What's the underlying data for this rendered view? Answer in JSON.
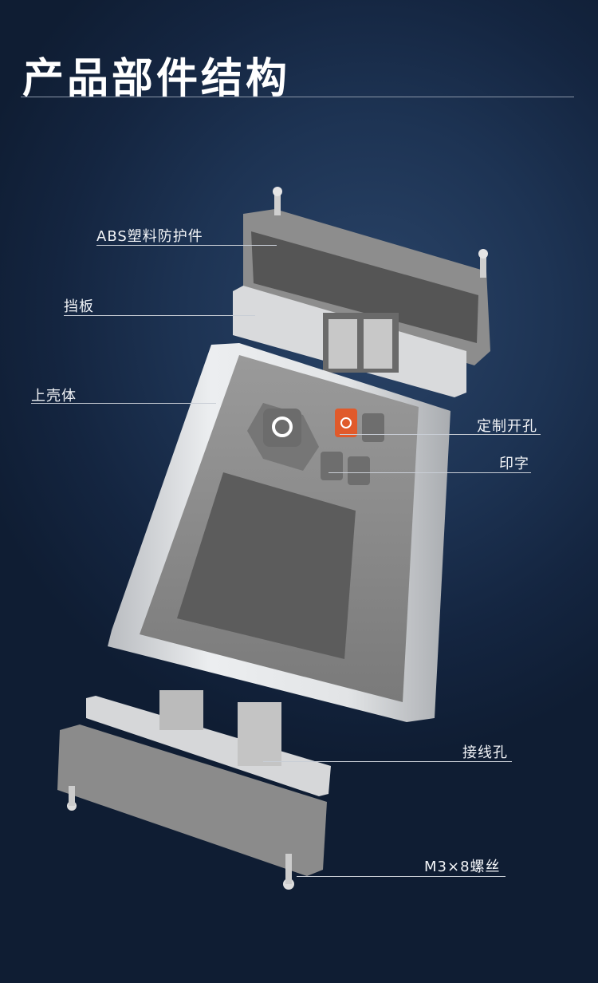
{
  "header": {
    "title": "产品部件结构"
  },
  "callouts": [
    {
      "id": "abs-guard",
      "label": "ABS塑料防护件"
    },
    {
      "id": "baffle",
      "label": "挡板"
    },
    {
      "id": "upper-shell",
      "label": "上壳体"
    },
    {
      "id": "custom-holes",
      "label": "定制开孔"
    },
    {
      "id": "printing",
      "label": "印字"
    },
    {
      "id": "wiring-holes",
      "label": "接线孔"
    },
    {
      "id": "screws",
      "label": "M3×8螺丝"
    }
  ],
  "colors": {
    "background": "#1d3353",
    "accent": "#e05a2b",
    "shell": "#d8d8d8",
    "panel": "#8e8e8e",
    "screen": "#5c5c5c"
  }
}
